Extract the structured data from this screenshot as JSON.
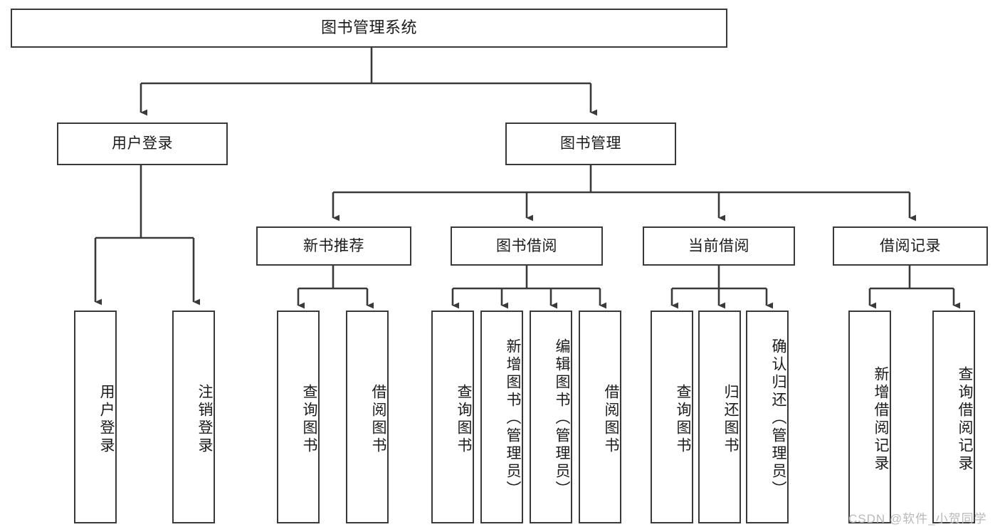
{
  "diagram": {
    "title": "图书管理系统",
    "type": "tree-hierarchy",
    "watermark": "CSDN @软件_小贺同学",
    "colors": {
      "stroke": "#3a3a3a",
      "fill": "#ffffff",
      "text": "#1b1b1b",
      "watermark": "#b9b9b9"
    },
    "nodes": {
      "root": "图书管理系统",
      "level2": {
        "user_login": "用户登录",
        "book_manage": "图书管理"
      },
      "level3": {
        "new_book_rec": "新书推荐",
        "book_borrow": "图书借阅",
        "current_borrow": "当前借阅",
        "borrow_record": "借阅记录"
      },
      "leaves": {
        "user_login_1": "用户登录",
        "user_login_2": "注销登录",
        "new_book_rec_1": "查询图书",
        "new_book_rec_2": "借阅图书",
        "book_borrow_1": "查询图书",
        "book_borrow_2": "新增图书（管理员）",
        "book_borrow_3": "编辑图书（管理员）",
        "book_borrow_4": "借阅图书",
        "current_borrow_1": "查询图书",
        "current_borrow_2": "归还图书",
        "current_borrow_3": "确认归还（管理员）",
        "borrow_record_1": "新增借阅记录",
        "borrow_record_2": "查询借阅记录"
      }
    }
  }
}
